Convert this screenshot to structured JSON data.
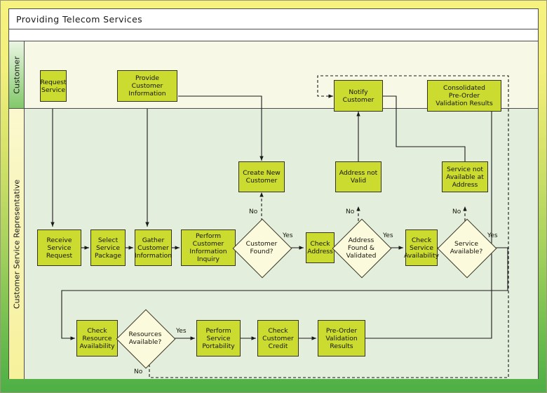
{
  "diagram": {
    "title": "Providing Telecom Services",
    "type": "cross-functional-flowchart",
    "lanes": [
      {
        "id": "customer",
        "label": "Customer"
      },
      {
        "id": "csr",
        "label": "Customer Service Representative"
      }
    ],
    "colors": {
      "process_fill": "#cbdb2f",
      "decision_fill": "#fcfadd",
      "node_stroke": "#33331f",
      "customer_lane_fill": "#f7f8e6",
      "csr_lane_fill": "#e3eedd",
      "customer_header": "#82c96a",
      "csr_header": "#f6f19a",
      "frame_top": "#f7f27e",
      "frame_bottom": "#4caf45",
      "panel_border": "#4d4d4d"
    },
    "nodes": [
      {
        "id": "request_service",
        "lane": "customer",
        "shape": "process",
        "label": "Request\nService"
      },
      {
        "id": "provide_cust_info",
        "lane": "customer",
        "shape": "process",
        "label": "Provide\nCustomer\nInformation"
      },
      {
        "id": "notify_customer",
        "lane": "customer",
        "shape": "process",
        "label": "Notify\nCustomer"
      },
      {
        "id": "consolidated_results",
        "lane": "customer",
        "shape": "process",
        "label": "Consolidated\nPre-Order\nValidation Results"
      },
      {
        "id": "create_new_customer",
        "lane": "csr",
        "shape": "process",
        "label": "Create New\nCustomer"
      },
      {
        "id": "address_not_valid",
        "lane": "csr",
        "shape": "process",
        "label": "Address not\nValid"
      },
      {
        "id": "service_not_available",
        "lane": "csr",
        "shape": "process",
        "label": "Service not\nAvailable at\nAddress"
      },
      {
        "id": "receive_service_request",
        "lane": "csr",
        "shape": "process",
        "label": "Receive\nService\nRequest"
      },
      {
        "id": "select_service_package",
        "lane": "csr",
        "shape": "process",
        "label": "Select\nService\nPackage"
      },
      {
        "id": "gather_customer_info",
        "lane": "csr",
        "shape": "process",
        "label": "Gather\nCustomer\nInformation"
      },
      {
        "id": "perform_cust_inquiry",
        "lane": "csr",
        "shape": "process",
        "label": "Perform Customer\nInformation\nInquiry"
      },
      {
        "id": "customer_found",
        "lane": "csr",
        "shape": "decision",
        "label": "Customer\nFound?"
      },
      {
        "id": "check_address",
        "lane": "csr",
        "shape": "process",
        "label": "Check\nAddress"
      },
      {
        "id": "address_found",
        "lane": "csr",
        "shape": "decision",
        "label": "Address\nFound &\nValidated"
      },
      {
        "id": "check_service_avail",
        "lane": "csr",
        "shape": "process",
        "label": "Check\nService\nAvailability"
      },
      {
        "id": "service_available",
        "lane": "csr",
        "shape": "decision",
        "label": "Service\nAvailable?"
      },
      {
        "id": "check_resource_avail",
        "lane": "csr",
        "shape": "process",
        "label": "Check\nResource\nAvailability"
      },
      {
        "id": "resources_available",
        "lane": "csr",
        "shape": "decision",
        "label": "Resources\nAvailable?"
      },
      {
        "id": "perform_service_port",
        "lane": "csr",
        "shape": "process",
        "label": "Perform\nService\nPortability"
      },
      {
        "id": "check_customer_credit",
        "lane": "csr",
        "shape": "process",
        "label": "Check\nCustomer\nCredit"
      },
      {
        "id": "preorder_validation",
        "lane": "csr",
        "shape": "process",
        "label": "Pre-Order\nValidation\nResults"
      }
    ],
    "edge_labels": {
      "customer_found_no": "No",
      "customer_found_yes": "Yes",
      "address_found_no": "No",
      "address_found_yes": "Yes",
      "service_available_no": "No",
      "service_available_yes": "Yes",
      "resources_available_yes": "Yes",
      "resources_available_no": "No"
    },
    "edges": [
      {
        "from": "request_service",
        "to": "receive_service_request",
        "style": "solid"
      },
      {
        "from": "receive_service_request",
        "to": "select_service_package",
        "style": "solid"
      },
      {
        "from": "select_service_package",
        "to": "gather_customer_info",
        "style": "solid"
      },
      {
        "from": "provide_cust_info",
        "to": "gather_customer_info",
        "style": "solid"
      },
      {
        "from": "provide_cust_info",
        "to": "create_new_customer",
        "style": "solid"
      },
      {
        "from": "gather_customer_info",
        "to": "perform_cust_inquiry",
        "style": "solid"
      },
      {
        "from": "perform_cust_inquiry",
        "to": "customer_found",
        "style": "solid"
      },
      {
        "from": "customer_found",
        "to": "create_new_customer",
        "style": "dashed",
        "label": "No"
      },
      {
        "from": "customer_found",
        "to": "check_address",
        "style": "solid",
        "label": "Yes"
      },
      {
        "from": "check_address",
        "to": "address_found",
        "style": "solid"
      },
      {
        "from": "address_found",
        "to": "address_not_valid",
        "style": "dashed",
        "label": "No"
      },
      {
        "from": "address_found",
        "to": "check_service_avail",
        "style": "solid",
        "label": "Yes"
      },
      {
        "from": "address_not_valid",
        "to": "notify_customer",
        "style": "solid"
      },
      {
        "from": "check_service_avail",
        "to": "service_available",
        "style": "solid"
      },
      {
        "from": "service_available",
        "to": "service_not_available",
        "style": "dashed",
        "label": "No"
      },
      {
        "from": "service_available",
        "to": "check_resource_avail",
        "style": "solid",
        "label": "Yes"
      },
      {
        "from": "service_not_available",
        "to": "notify_customer",
        "style": "solid"
      },
      {
        "from": "check_resource_avail",
        "to": "resources_available",
        "style": "solid"
      },
      {
        "from": "resources_available",
        "to": "perform_service_port",
        "style": "solid",
        "label": "Yes"
      },
      {
        "from": "resources_available",
        "to": "notify_customer",
        "style": "dashed",
        "label": "No"
      },
      {
        "from": "perform_service_port",
        "to": "check_customer_credit",
        "style": "solid"
      },
      {
        "from": "check_customer_credit",
        "to": "preorder_validation",
        "style": "solid"
      },
      {
        "from": "preorder_validation",
        "to": "consolidated_results",
        "style": "solid"
      }
    ]
  }
}
